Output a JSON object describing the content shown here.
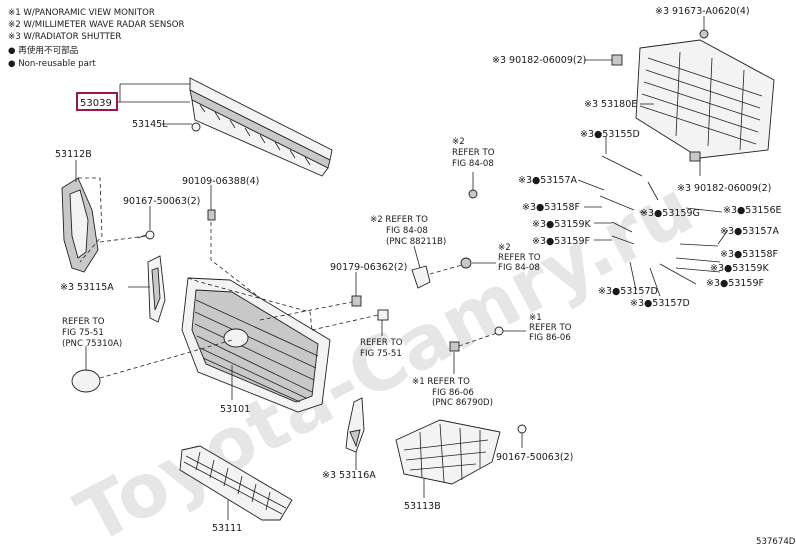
{
  "legend": {
    "l1": "※1  W/PANORAMIC VIEW MONITOR",
    "l2": "※2  W/MILLIMETER WAVE RADAR SENSOR",
    "l3": "※3  W/RADIATOR SHUTTER",
    "l4": "● 再使用不可部品",
    "l5": "● Non-reusable part"
  },
  "watermark": "Toyota-Camry.ru",
  "figure_id": "537674D",
  "parts": {
    "p53039": "53039",
    "p53145L": "53145L",
    "p53112B": "53112B",
    "p90167a": "90167-50063(2)",
    "p90109": "90109-06388(4)",
    "p53115A": "※3 53115A",
    "p90179": "90179-06362(2)",
    "p53101": "53101",
    "p53116A": "※3 53116A",
    "p53111": "53111",
    "p53113B": "53113B",
    "p90167b": "90167-50063(2)",
    "p91673": "※3 91673-A0620(4)",
    "p90182a": "※3 90182-06009(2)",
    "p53180E": "※3 53180E",
    "p53155D": "※3●53155D",
    "p53157A_l": "※3●53157A",
    "p90182b": "※3 90182-06009(2)",
    "p53158F_l": "※3●53158F",
    "p53159G": "※3●53159G",
    "p53156E": "※3●53156E",
    "p53159K_l": "※3●53159K",
    "p53159F_l": "※3●53159F",
    "p53157A_r": "※3●53157A",
    "p53158F_r": "※3●53158F",
    "p53159K_r": "※3●53159K",
    "p53159F_r": "※3●53159F",
    "p53157D_a": "※3●53157D",
    "p53157D_b": "※3●53157D"
  },
  "refs": {
    "r1a": "※2",
    "r1b": "REFER TO",
    "r1c": "FIG 84-08",
    "r2a": "※2 REFER TO",
    "r2b": "FIG 84-08",
    "r2c": "(PNC 88211B)",
    "r3a": "※2",
    "r3b": "REFER TO",
    "r3c": "FIG 84-08",
    "r4a": "REFER TO",
    "r4b": "FIG 75-51",
    "r4c": "(PNC 75310A)",
    "r5a": "REFER TO",
    "r5b": "FIG 75-51",
    "r6a": "※1",
    "r6b": "REFER TO",
    "r6c": "FIG 86-06",
    "r7a": "※1 REFER TO",
    "r7b": "FIG 86-06",
    "r7c": "(PNC 86790D)"
  }
}
